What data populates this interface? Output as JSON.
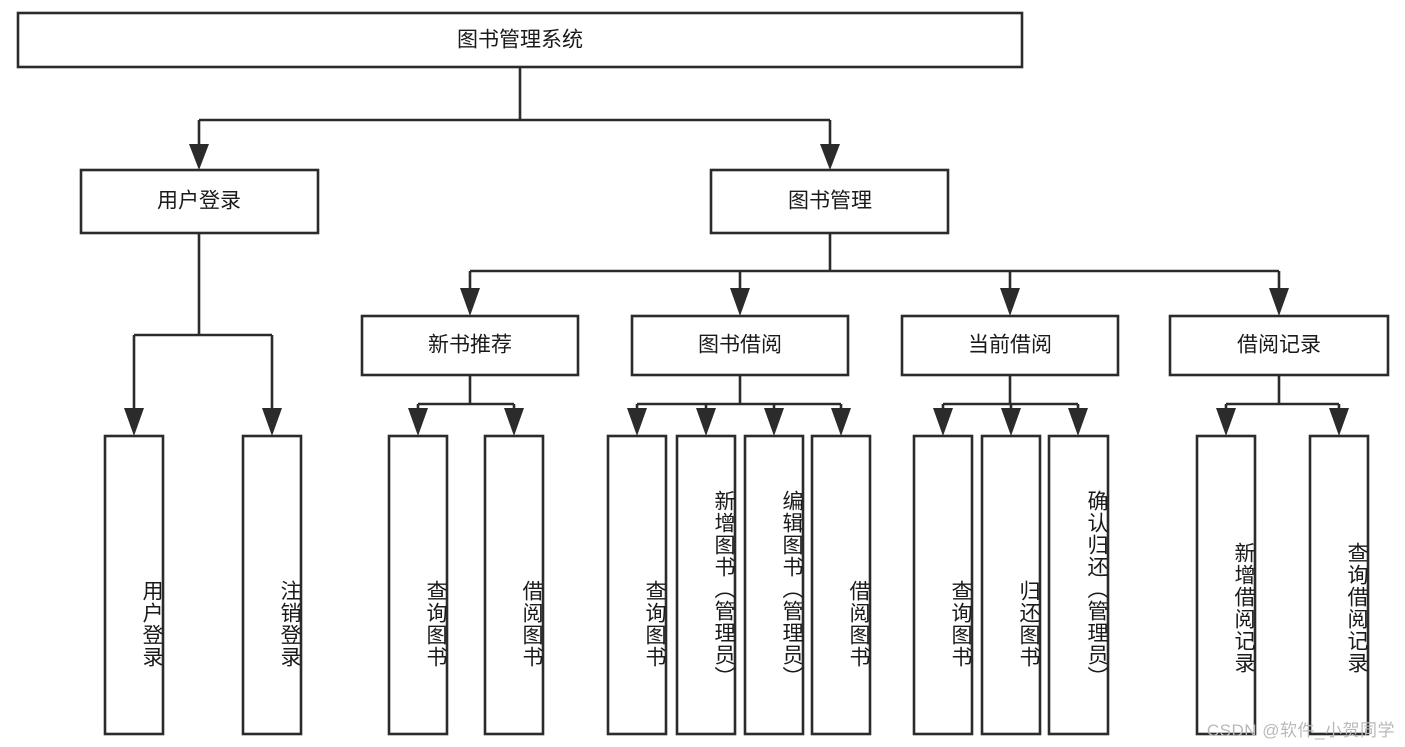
{
  "diagram": {
    "title": "图书管理系统",
    "watermark": "CSDN @软件_小贺同学",
    "root": {
      "label": "图书管理系统"
    },
    "level2": [
      {
        "id": "user-login",
        "label": "用户登录"
      },
      {
        "id": "book-management",
        "label": "图书管理"
      }
    ],
    "level3": [
      {
        "id": "new-book-recommend",
        "label": "新书推荐"
      },
      {
        "id": "book-borrow",
        "label": "图书借阅"
      },
      {
        "id": "current-borrow",
        "label": "当前借阅"
      },
      {
        "id": "borrow-record",
        "label": "借阅记录"
      }
    ],
    "leaves": {
      "user_login": [
        {
          "id": "leaf-user-login",
          "label": "用户登录"
        },
        {
          "id": "leaf-logout",
          "label": "注销登录"
        }
      ],
      "new_book_recommend": [
        {
          "id": "leaf-query-book-1",
          "label": "查询图书"
        },
        {
          "id": "leaf-borrow-book-1",
          "label": "借阅图书"
        }
      ],
      "book_borrow": [
        {
          "id": "leaf-query-book-2",
          "label": "查询图书"
        },
        {
          "id": "leaf-add-book",
          "label": "新增图书（管理员）"
        },
        {
          "id": "leaf-edit-book",
          "label": "编辑图书（管理员）"
        },
        {
          "id": "leaf-borrow-book-2",
          "label": "借阅图书"
        }
      ],
      "current_borrow": [
        {
          "id": "leaf-query-book-3",
          "label": "查询图书"
        },
        {
          "id": "leaf-return-book",
          "label": "归还图书"
        },
        {
          "id": "leaf-confirm-return",
          "label": "确认归还（管理员）"
        }
      ],
      "borrow_record": [
        {
          "id": "leaf-add-record",
          "label": "新增借阅记录"
        },
        {
          "id": "leaf-query-record",
          "label": "查询借阅记录"
        }
      ]
    },
    "colors": {
      "stroke": "#2b2b2b",
      "fill": "#ffffff",
      "text": "#1a1a1a",
      "watermark": "#b9b9b9",
      "background": "#ffffff"
    }
  }
}
